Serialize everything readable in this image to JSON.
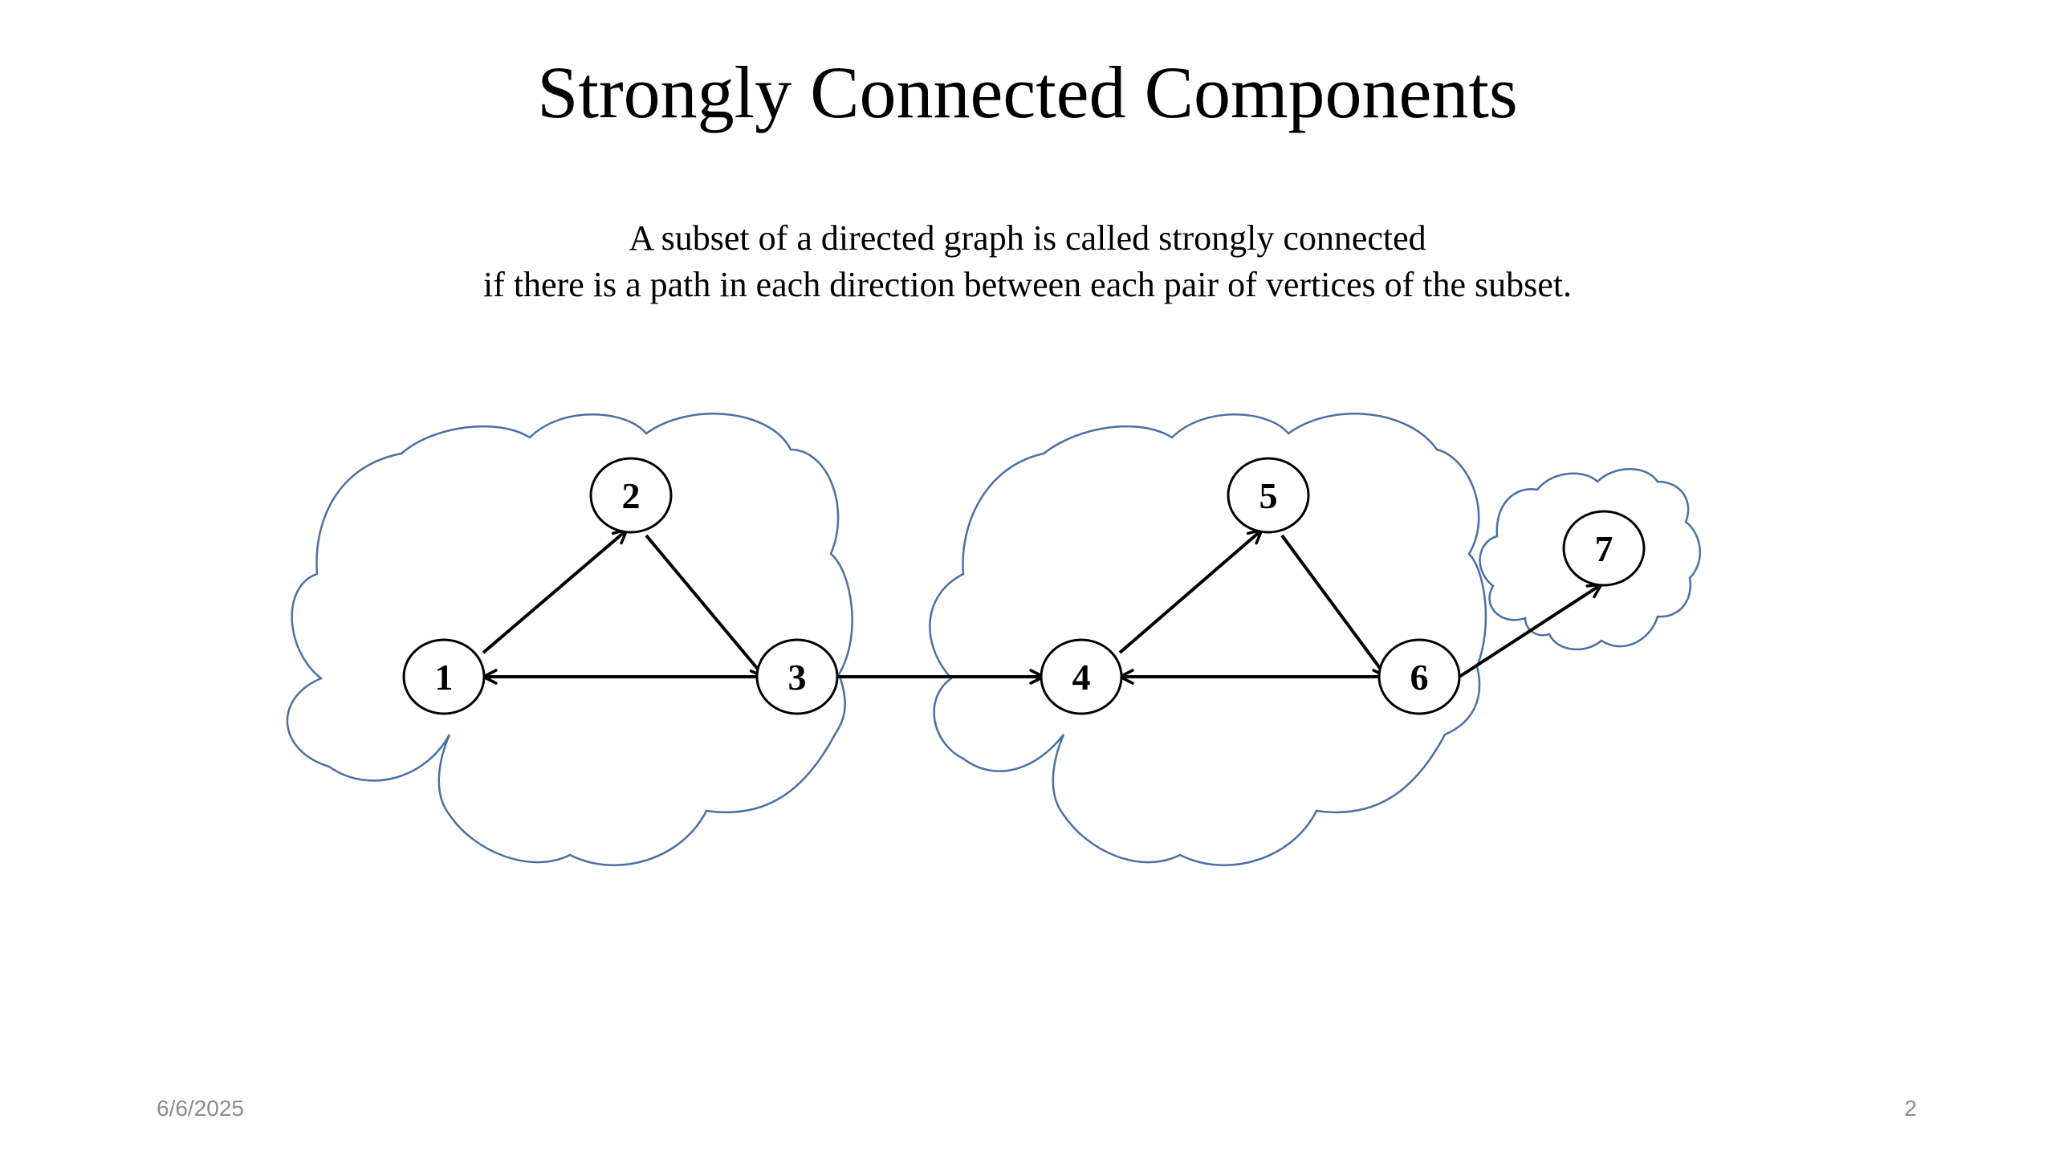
{
  "slide": {
    "title": "Strongly Connected Components",
    "subtitle_lines": [
      "A subset of a directed graph is called strongly connected",
      "if there is a path in each direction between each pair of vertices of the subset."
    ],
    "footer": {
      "date": "6/6/2025",
      "page_number": "2"
    }
  },
  "colors": {
    "cloud_outline": "#4a6fa5",
    "edge": "#000000",
    "node_outline": "#000000",
    "footer_text": "#8c8c8c"
  },
  "graph": {
    "nodes": [
      {
        "id": "1",
        "label": "1"
      },
      {
        "id": "2",
        "label": "2"
      },
      {
        "id": "3",
        "label": "3"
      },
      {
        "id": "4",
        "label": "4"
      },
      {
        "id": "5",
        "label": "5"
      },
      {
        "id": "6",
        "label": "6"
      },
      {
        "id": "7",
        "label": "7"
      }
    ],
    "edges": [
      {
        "from": "1",
        "to": "2"
      },
      {
        "from": "2",
        "to": "3"
      },
      {
        "from": "3",
        "to": "1"
      },
      {
        "from": "3",
        "to": "4"
      },
      {
        "from": "4",
        "to": "5"
      },
      {
        "from": "5",
        "to": "6"
      },
      {
        "from": "6",
        "to": "4"
      },
      {
        "from": "6",
        "to": "7"
      }
    ],
    "components": [
      {
        "members": [
          "1",
          "2",
          "3"
        ]
      },
      {
        "members": [
          "4",
          "5",
          "6"
        ]
      },
      {
        "members": [
          "7"
        ]
      }
    ]
  }
}
